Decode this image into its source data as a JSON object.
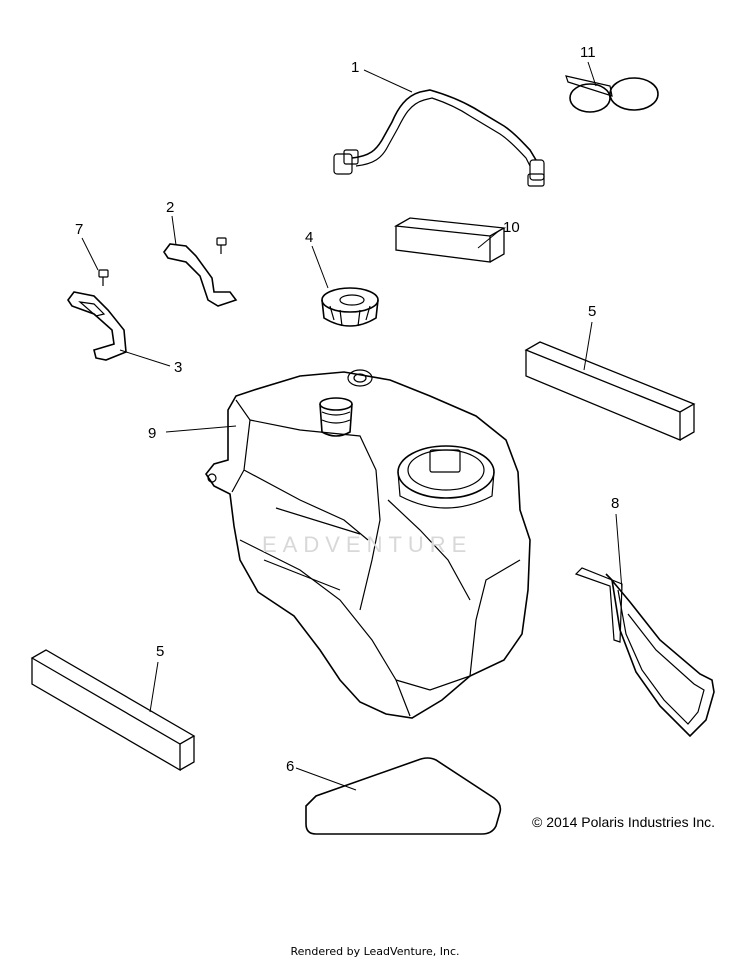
{
  "callouts": [
    {
      "id": "1",
      "part": "fuel-line"
    },
    {
      "id": "2",
      "part": "bracket-upper"
    },
    {
      "id": "3",
      "part": "bracket-lower"
    },
    {
      "id": "4",
      "part": "fuel-cap"
    },
    {
      "id": "5",
      "part": "foam-pad-right"
    },
    {
      "id": "5",
      "part": "foam-pad-left"
    },
    {
      "id": "6",
      "part": "decal"
    },
    {
      "id": "7",
      "part": "screw"
    },
    {
      "id": "8",
      "part": "tank-strap"
    },
    {
      "id": "9",
      "part": "fuel-tank"
    },
    {
      "id": "10",
      "part": "foam-block"
    },
    {
      "id": "11",
      "part": "hose-clamp"
    }
  ],
  "copyright": "© 2014 Polaris Industries Inc.",
  "footer": "Rendered by LeadVenture, Inc.",
  "colors": {
    "line": "#000000",
    "background": "#ffffff",
    "watermark": "#d8d8d8"
  }
}
